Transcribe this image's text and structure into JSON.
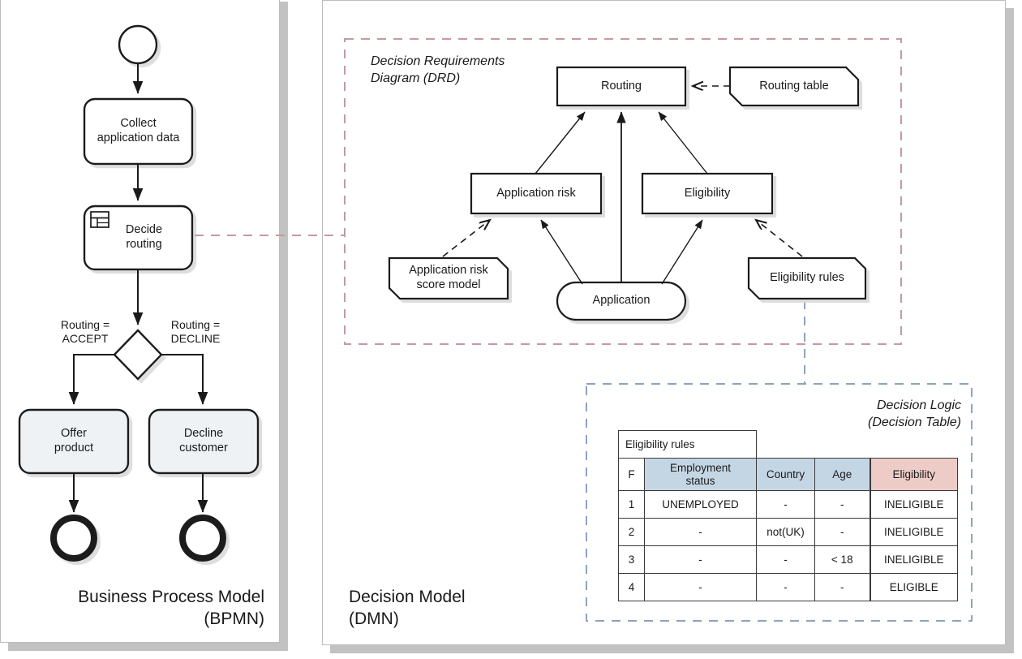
{
  "panels": {
    "bpmn": {
      "title": "Business Process Model\n(BPMN)",
      "nodes": {
        "start_event": "",
        "collect": "Collect\napplication data",
        "decide": "Decide\nrouting",
        "gateway": "",
        "offer": "Offer\nproduct",
        "decline": "Decline\ncustomer",
        "end_accept": "",
        "end_decline": ""
      },
      "edge_labels": {
        "accept": "Routing =\nACCEPT",
        "decline": "Routing =\nDECLINE"
      }
    },
    "dmn": {
      "title": "Decision Model\n(DMN)",
      "drd": {
        "caption": "Decision Requirements\nDiagram (DRD)",
        "border_color": "#c49aa0",
        "nodes": {
          "routing": "Routing",
          "routing_table": "Routing table",
          "application_risk": "Application risk",
          "eligibility": "Eligibility",
          "risk_model": "Application risk\nscore model",
          "eligibility_rules": "Eligibility rules",
          "application": "Application"
        }
      },
      "decision_logic": {
        "caption": "Decision Logic\n(Decision Table)",
        "border_color": "#8fa3bd",
        "table": {
          "name": "Eligibility rules",
          "hit_policy": "F",
          "input_columns": [
            "Employment\nstatus",
            "Country",
            "Age"
          ],
          "output_columns": [
            "Eligibility"
          ],
          "input_header_color": "#c4d6e4",
          "output_header_color": "#edccc7",
          "rows": [
            {
              "n": "1",
              "inputs": [
                "UNEMPLOYED",
                "-",
                "-"
              ],
              "outputs": [
                "INELIGIBLE"
              ]
            },
            {
              "n": "2",
              "inputs": [
                "-",
                "not(UK)",
                "-"
              ],
              "outputs": [
                "INELIGIBLE"
              ]
            },
            {
              "n": "3",
              "inputs": [
                "-",
                "-",
                "< 18"
              ],
              "outputs": [
                "INELIGIBLE"
              ]
            },
            {
              "n": "4",
              "inputs": [
                "-",
                "-",
                "-"
              ],
              "outputs": [
                "ELIGIBLE"
              ]
            }
          ]
        }
      }
    }
  },
  "chart_data": {
    "type": "diagram",
    "title": "BPMN process linked to a DMN decision model",
    "bpmn_flow": [
      "Start",
      "Collect application data",
      "Decide routing",
      "Gateway",
      "Offer product (Routing = ACCEPT)",
      "Decline customer (Routing = DECLINE)",
      "End",
      "End"
    ],
    "drd_requirements": [
      {
        "from": "Application risk",
        "to": "Routing",
        "type": "information"
      },
      {
        "from": "Application",
        "to": "Routing",
        "type": "information"
      },
      {
        "from": "Eligibility",
        "to": "Routing",
        "type": "information"
      },
      {
        "from": "Routing table",
        "to": "Routing",
        "type": "authority"
      },
      {
        "from": "Application risk score model",
        "to": "Application risk",
        "type": "authority"
      },
      {
        "from": "Application",
        "to": "Application risk",
        "type": "information"
      },
      {
        "from": "Application",
        "to": "Eligibility",
        "type": "information"
      },
      {
        "from": "Eligibility rules",
        "to": "Eligibility",
        "type": "authority"
      }
    ],
    "links": [
      {
        "from": "Decide routing",
        "to": "Decision Requirements Diagram (DRD)",
        "style": "dashed-pink"
      },
      {
        "from": "Eligibility rules",
        "to": "Decision Logic (Decision Table)",
        "style": "dashed-blue"
      }
    ]
  }
}
